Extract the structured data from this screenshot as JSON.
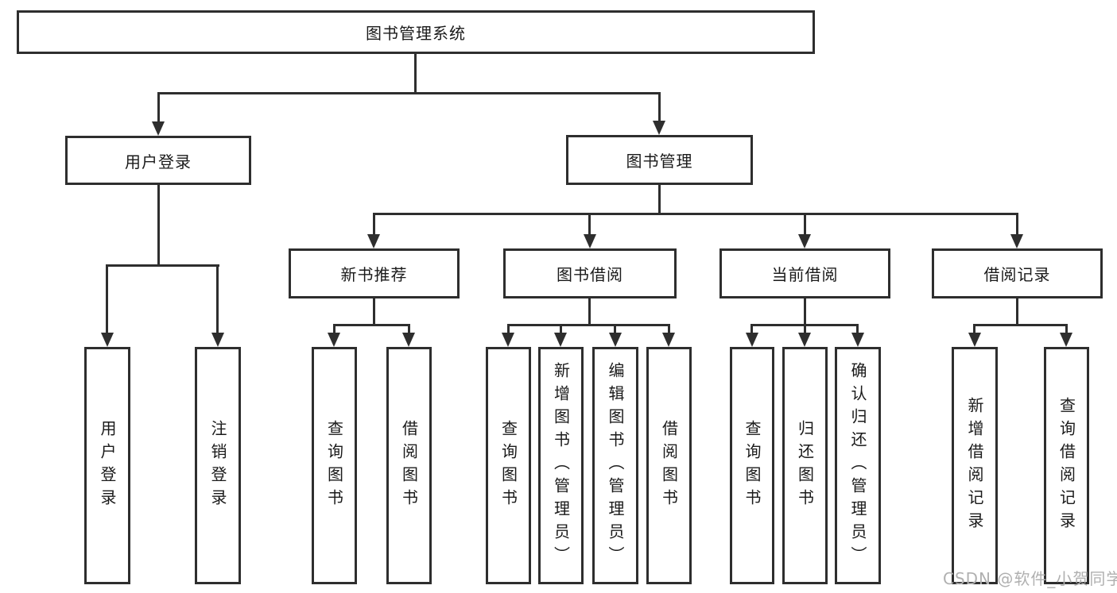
{
  "tree": {
    "root": "图书管理系统",
    "children": [
      {
        "label": "用户登录",
        "children": [
          "用户登录",
          "注销登录"
        ]
      },
      {
        "label": "图书管理",
        "children": [
          {
            "label": "新书推荐",
            "children": [
              "查询图书",
              "借阅图书"
            ]
          },
          {
            "label": "图书借阅",
            "children": [
              "查询图书",
              "新增图书（管理员）",
              "编辑图书（管理员）",
              "借阅图书"
            ]
          },
          {
            "label": "当前借阅",
            "children": [
              "查询图书",
              "归还图书",
              "确认归还（管理员）"
            ]
          },
          {
            "label": "借阅记录",
            "children": [
              "新增借阅记录",
              "查询借阅记录"
            ]
          }
        ]
      }
    ]
  },
  "watermark": {
    "text": "CSDN @软件_小贺同学"
  },
  "colors": {
    "line": "#2e2e2e",
    "text": "#1a1a1a",
    "watermark": "#b0b0b0",
    "background": "#ffffff"
  }
}
